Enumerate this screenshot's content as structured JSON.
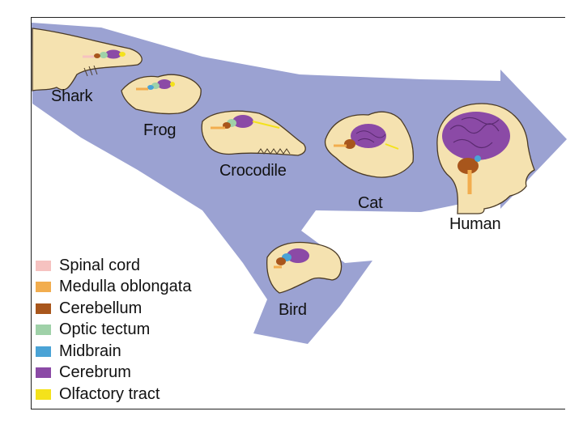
{
  "labels": {
    "shark": "Shark",
    "frog": "Frog",
    "crocodile": "Crocodile",
    "cat": "Cat",
    "human": "Human",
    "bird": "Bird"
  },
  "legend": [
    {
      "label": "Spinal cord",
      "color": "#f6c2c0"
    },
    {
      "label": "Medulla oblongata",
      "color": "#f2ad4e"
    },
    {
      "label": "Cerebellum",
      "color": "#a8561c"
    },
    {
      "label": "Optic tectum",
      "color": "#9fd1a8"
    },
    {
      "label": "Midbrain",
      "color": "#4aa3d6"
    },
    {
      "label": "Cerebrum",
      "color": "#8b4aa6"
    },
    {
      "label": "Olfactory tract",
      "color": "#f4e21b"
    }
  ],
  "colors": {
    "arrow": "#9ba2d2",
    "skin": "#f5e2b0",
    "outline": "#4a3a25"
  }
}
